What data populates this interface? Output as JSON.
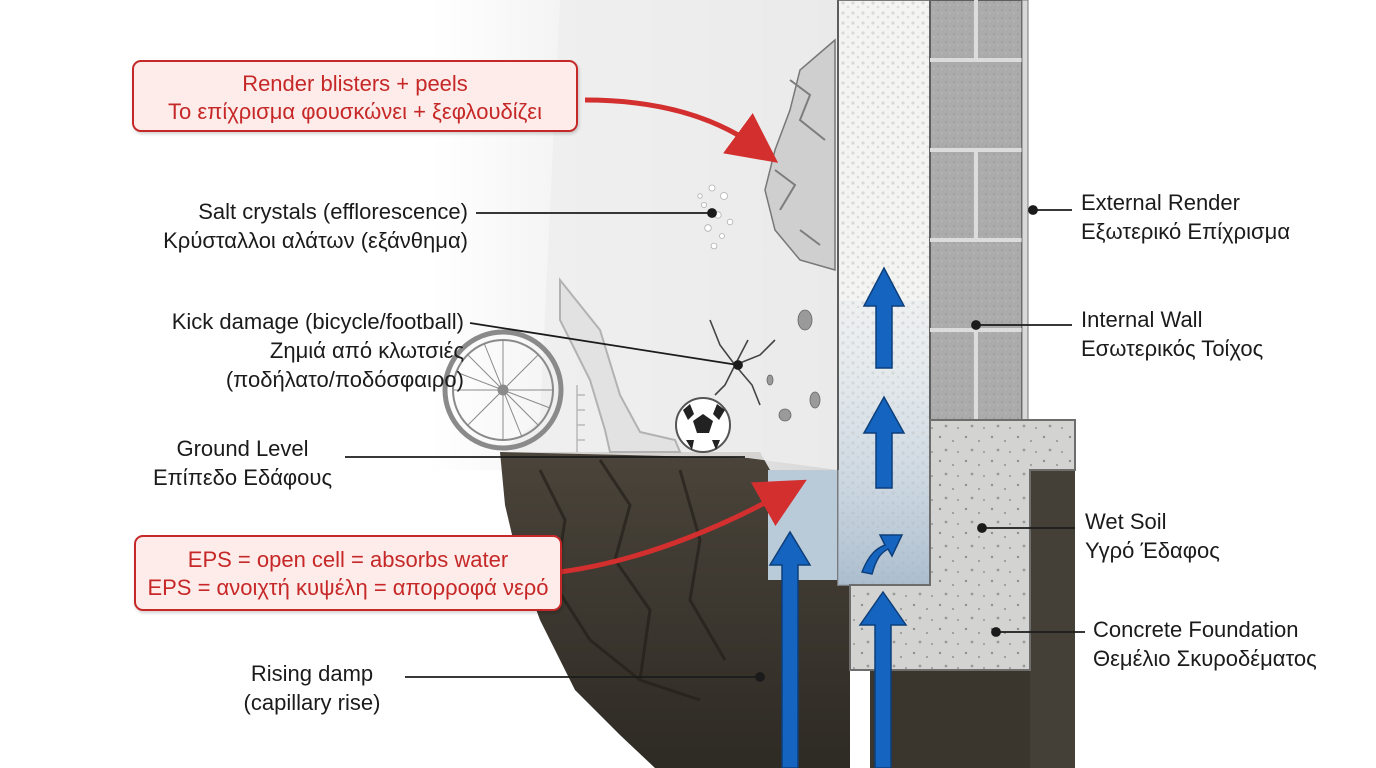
{
  "labels": {
    "render_blisters": {
      "en": "Render blisters + peels",
      "el": "Το επίχρισμα φουσκώνει + ξεφλουδίζει"
    },
    "salt_crystals": {
      "en": "Salt crystals (efflorescence)",
      "el": "Κρύσταλλοι αλάτων (εξάνθημα)"
    },
    "kick_damage": {
      "en": "Kick damage (bicycle/football)",
      "el_1": "Ζημιά από κλωτσιές",
      "el_2": "(ποδήλατο/ποδόσφαιρο)"
    },
    "ground_level": {
      "en": "Ground Level",
      "el": "Επίπεδο Εδάφους"
    },
    "eps": {
      "en": "EPS = open cell = absorbs water",
      "el": "EPS = ανοιχτή κυψέλη = απορροφά νερό"
    },
    "rising_damp": {
      "en": "Rising damp",
      "en_2": "(capillary rise)"
    },
    "external_render": {
      "en": "External Render",
      "el": "Εξωτερικό Επίχρισμα"
    },
    "internal_wall": {
      "en": "Internal Wall",
      "el": "Εσωτερικός Τοίχος"
    },
    "wet_soil": {
      "en": "Wet Soil",
      "el": "Υγρό Έδαφος"
    },
    "concrete_foundation": {
      "en": "Concrete Foundation",
      "el": "Θεμέλιο Σκυροδέματος"
    }
  },
  "colors": {
    "callout_red": "#c62828",
    "arrow_blue": "#1565c0",
    "soil": "#3f3a32",
    "render": "#e4e4e4",
    "eps": "#f4f4f2",
    "block": "#a9a9a9",
    "concrete": "#d2d2d0"
  },
  "icons": [
    "bicycle-wheel-icon",
    "football-icon",
    "leg-icon"
  ]
}
